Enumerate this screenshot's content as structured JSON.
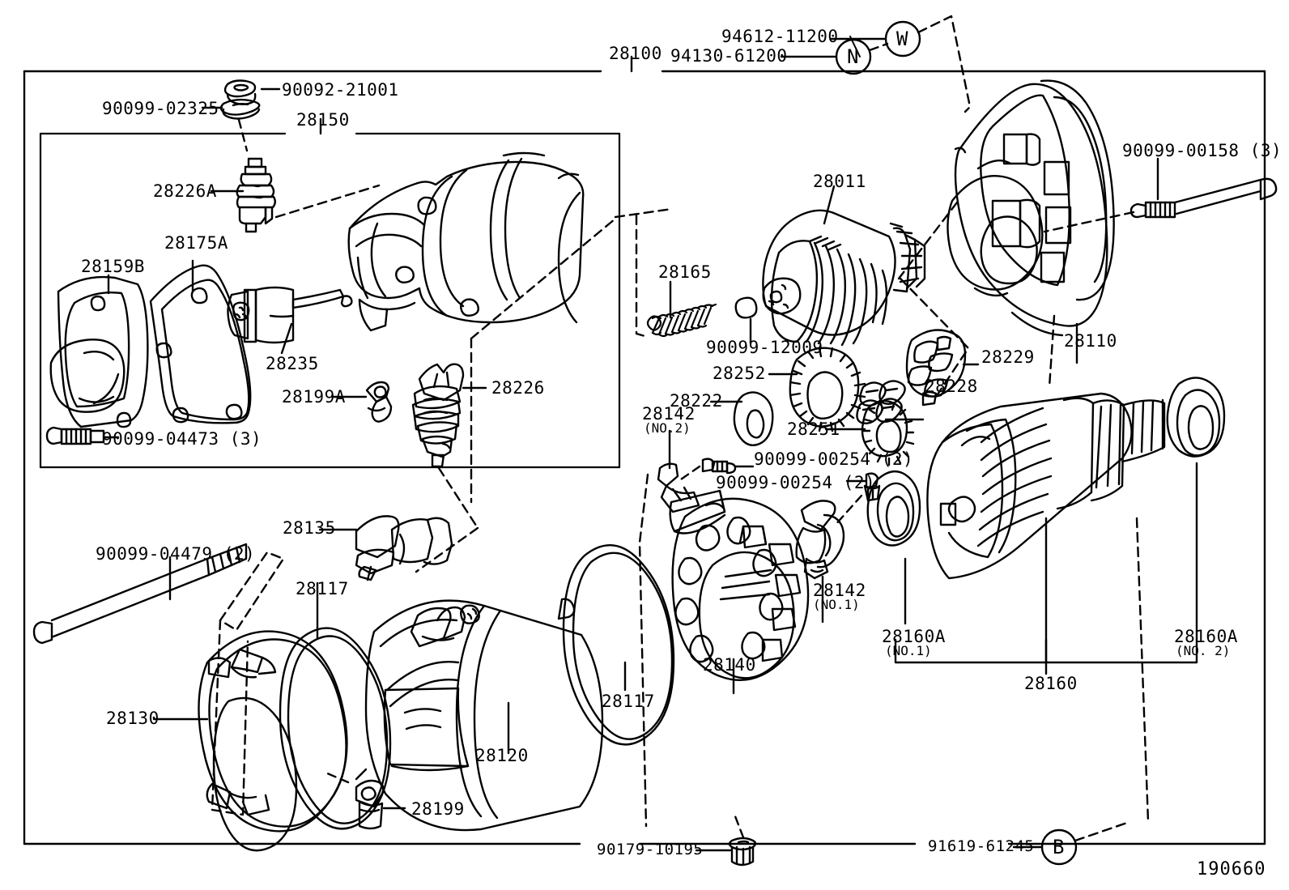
{
  "diagram": {
    "id": "190660",
    "group_number": "28100",
    "subgroup_number": "28150",
    "title_code": "28100"
  },
  "codes": {
    "c94612": "94612-11200",
    "c94130": "94130-61200",
    "badge_w": "W",
    "badge_n": "N",
    "badge_b": "B",
    "c90092_21001": "90092-21001",
    "c90099_02325": "90099-02325",
    "c28226A": "28226A",
    "c28175A": "28175A",
    "c28159B": "28159B",
    "c28235": "28235",
    "c90099_04473": "90099-04473 (3)",
    "c28199A": "28199A",
    "c28226": "28226",
    "c28011": "28011",
    "c28165": "28165",
    "c90099_12009": "90099-12009",
    "c28252": "28252",
    "c28222": "28222",
    "c28251": "28251",
    "c28228": "28228",
    "c28229": "28229",
    "c28110": "28110",
    "c90099_00158": "90099-00158 (3)",
    "c28142_no2_main": "28142",
    "c28142_no2_sub": "(NO.2)",
    "c90099_00254_a": "90099-00254 (2)",
    "c90099_00254_b": "90099-00254 (2)",
    "c28142_no1_main": "28142",
    "c28142_no1_sub": "(NO.1)",
    "c28140": "28140",
    "c28160A_no1_main": "28160A",
    "c28160A_no1_sub": "(NO.1)",
    "c28160A_no2_main": "28160A",
    "c28160A_no2_sub": "(NO. 2)",
    "c28160": "28160",
    "c28135": "28135",
    "c90099_04479": "90099-04479 (2)",
    "c28117_a": "28117",
    "c28117_b": "28117",
    "c28130": "28130",
    "c28120": "28120",
    "c28199": "28199",
    "c90179_10195": "90179-10195",
    "c91619_61245": "91619-61245"
  },
  "colors": {
    "ink": "#000000",
    "paper": "#ffffff"
  }
}
